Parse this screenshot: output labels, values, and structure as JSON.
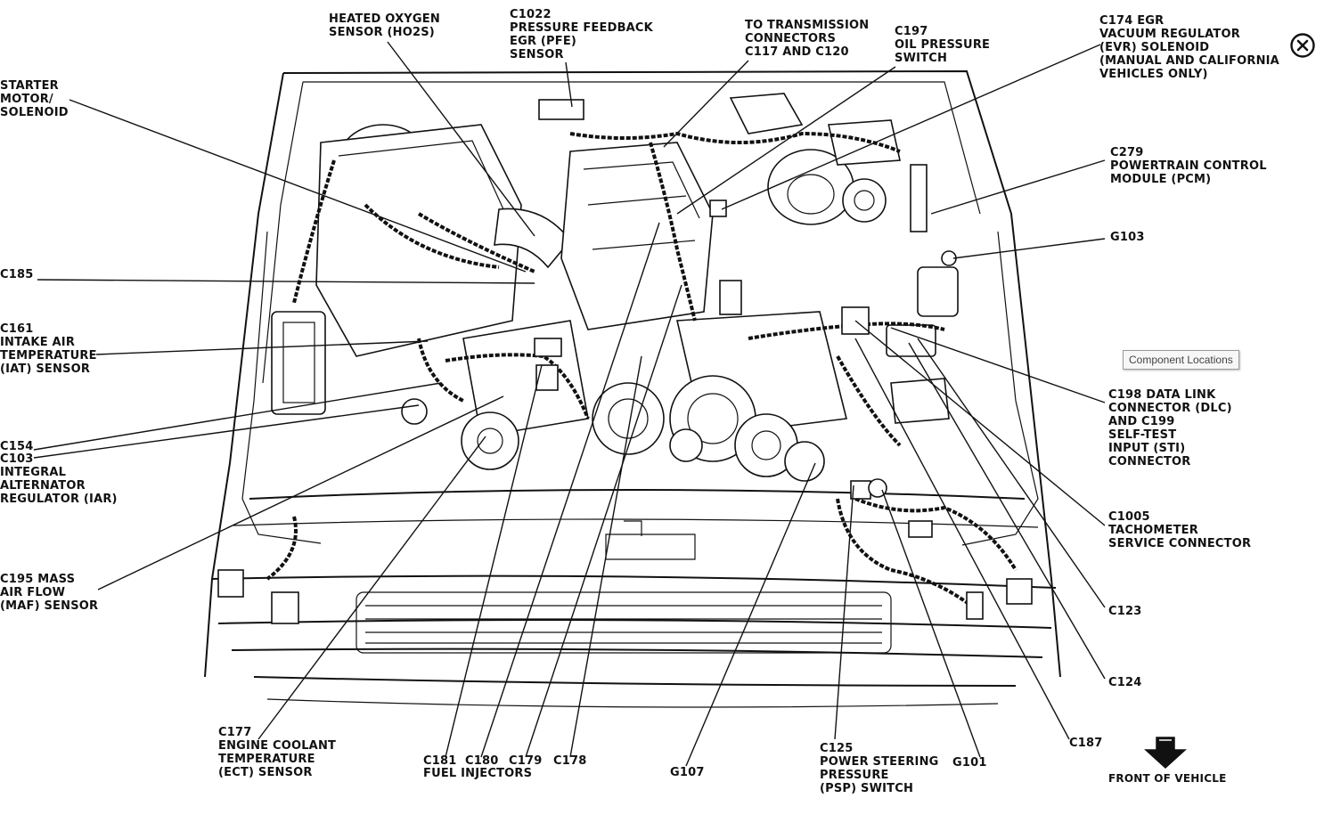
{
  "labels": {
    "starter_motor": "STARTER\nMOTOR/\nSOLENOID",
    "heated_oxygen_sensor": "HEATED OXYGEN\nSENSOR (HO2S)",
    "c1022": "C1022\nPRESSURE FEEDBACK\nEGR (PFE)\nSENSOR",
    "to_transmission": "TO TRANSMISSION\nCONNECTORS\nC117 AND C120",
    "c197": "C197\nOIL PRESSURE\nSWITCH",
    "c174": "C174 EGR\nVACUUM REGULATOR\n(EVR) SOLENOID\n(MANUAL AND CALIFORNIA\nVEHICLES ONLY)",
    "c279": "C279\nPOWERTRAIN CONTROL\nMODULE (PCM)",
    "g103": "G103",
    "c185": "C185",
    "c161": "C161\nINTAKE AIR\nTEMPERATURE\n(IAT) SENSOR",
    "c198": "C198 DATA LINK\nCONNECTOR (DLC)\nAND C199\nSELF-TEST\nINPUT (STI)\nCONNECTOR",
    "c154": "C154",
    "c103": "C103\nINTEGRAL\nALTERNATOR\nREGULATOR (IAR)",
    "c1005": "C1005\nTACHOMETER\nSERVICE CONNECTOR",
    "c195": "C195 MASS\nAIR FLOW\n(MAF) SENSOR",
    "c123": "C123",
    "c124": "C124",
    "c187": "C187",
    "c177": "C177\nENGINE COOLANT\nTEMPERATURE\n(ECT) SENSOR",
    "c181": "C181",
    "c180": "C180",
    "c179": "C179",
    "c178": "C178",
    "fuel_injectors": "FUEL INJECTORS",
    "g107": "G107",
    "c125": "C125\nPOWER STEERING\nPRESSURE\n(PSP) SWITCH",
    "g101": "G101",
    "front_of_vehicle": "FRONT OF VEHICLE"
  },
  "tooltip": "Component Locations",
  "icons": {
    "close": "close-circle-icon",
    "front_arrow": "arrow-down-icon"
  }
}
